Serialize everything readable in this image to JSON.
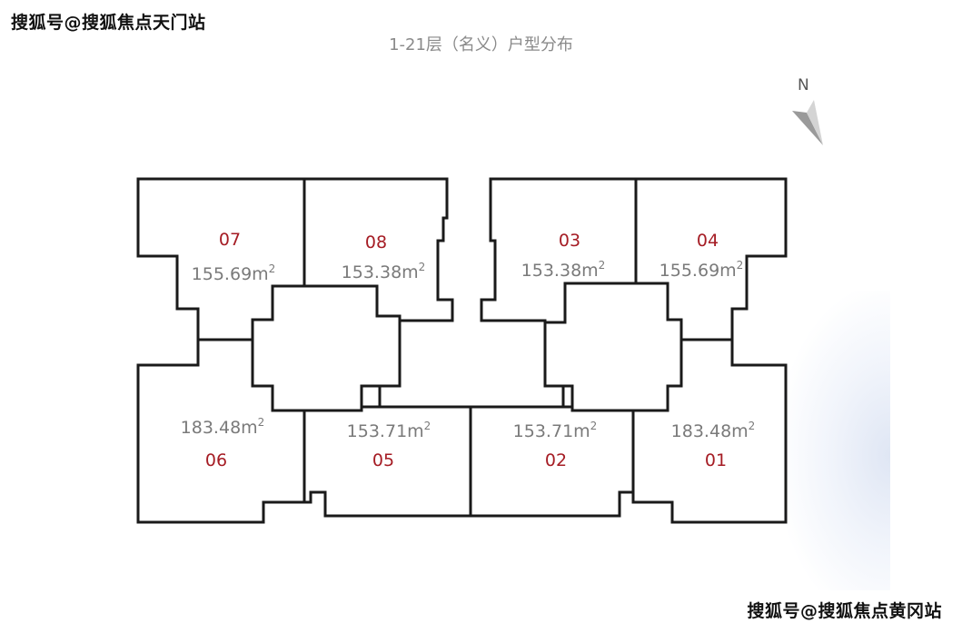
{
  "watermark_top": "搜狐号@搜狐焦点天门站",
  "watermark_bottom": "搜狐号@搜狐焦点黄冈站",
  "title": "1-21层（名义）户型分布",
  "compass_label": "N",
  "area_unit": "m",
  "area_unit_sup": "2",
  "units": [
    {
      "id": "07",
      "area": "155.69"
    },
    {
      "id": "08",
      "area": "153.38"
    },
    {
      "id": "03",
      "area": "153.38"
    },
    {
      "id": "04",
      "area": "155.69"
    },
    {
      "id": "06",
      "area": "183.48"
    },
    {
      "id": "05",
      "area": "153.71"
    },
    {
      "id": "02",
      "area": "153.71"
    },
    {
      "id": "01",
      "area": "183.48"
    }
  ]
}
